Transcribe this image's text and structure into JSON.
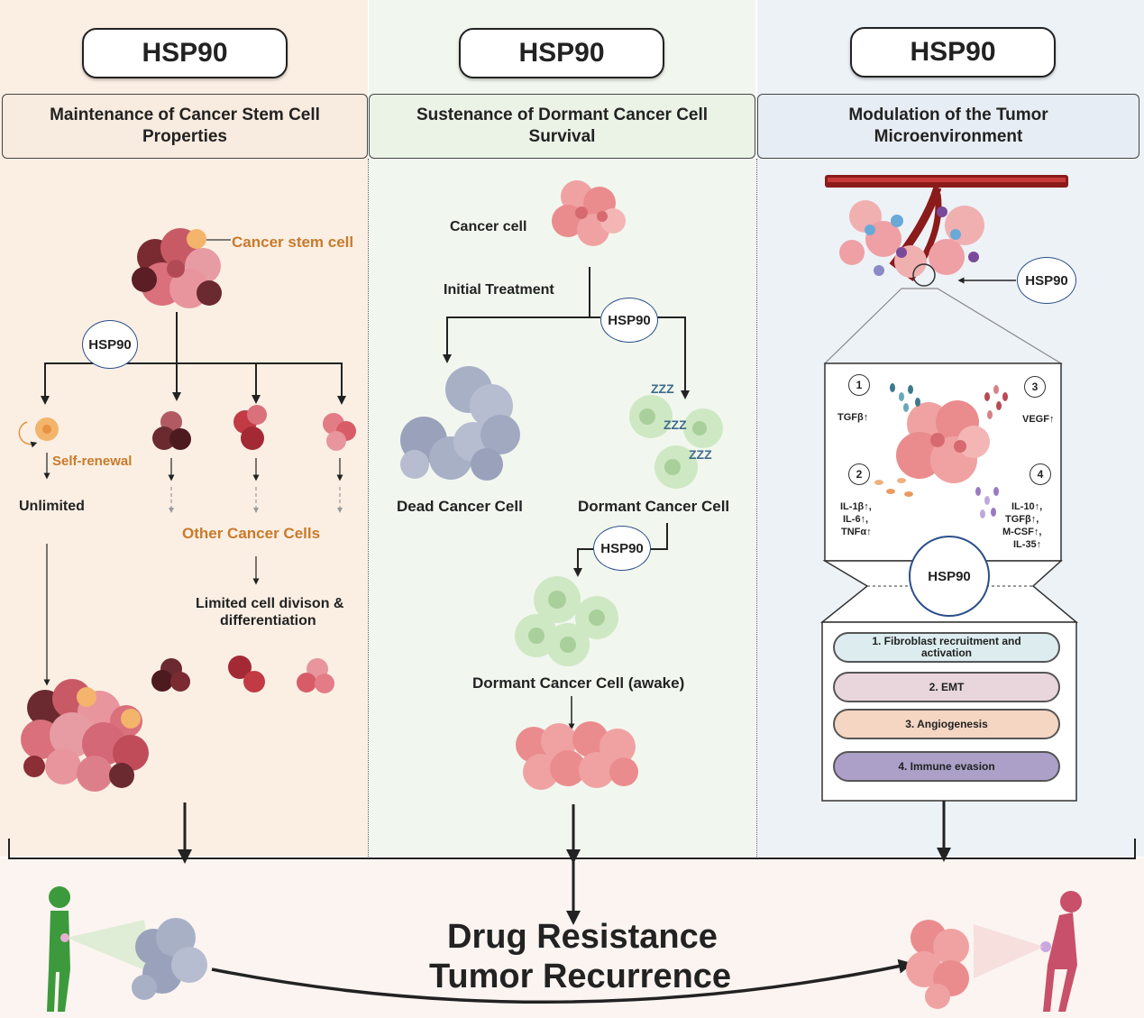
{
  "panels": [
    {
      "hsp_title": "HSP90",
      "subtitle": "Maintenance of Cancer Stem Cell Properties"
    },
    {
      "hsp_title": "HSP90",
      "subtitle": "Sustenance of Dormant Cancer Cell Survival"
    },
    {
      "hsp_title": "HSP90",
      "subtitle": "Modulation of the Tumor Microenvironment"
    }
  ],
  "left": {
    "cancer_stem_cell": "Cancer stem cell",
    "hsp_oval": "HSP90",
    "self_renewal": "Self-renewal",
    "unlimited": "Unlimited",
    "other_cancer_cells": "Other Cancer Cells",
    "limited_line1": "Limited cell divison &",
    "limited_line2": "differentiation"
  },
  "middle": {
    "cancer_cell": "Cancer cell",
    "initial_treatment": "Initial Treatment",
    "hsp_oval_1": "HSP90",
    "hsp_oval_2": "HSP90",
    "dead_cancer_cell": "Dead Cancer Cell",
    "dormant_cancer_cell": "Dormant Cancer Cell",
    "dormant_awake": "Dormant Cancer Cell (awake)",
    "zzz": "ZZZ"
  },
  "right": {
    "hsp_oval_top": "HSP90",
    "hsp_circle": "HSP90",
    "numbers": [
      "1",
      "2",
      "3",
      "4"
    ],
    "label_1": "TGFβ↑",
    "label_3": "VEGF↑",
    "label_2": [
      "IL-1β↑,",
      "IL-6↑,",
      "TNFα↑"
    ],
    "label_4": [
      "IL-10↑,",
      "TGFβ↑,",
      "M-CSF↑,",
      "IL-35↑"
    ],
    "list": [
      "1.  Fibroblast recruitment and activation",
      "2. EMT",
      "3. Angiogenesis",
      "4. Immune evasion"
    ]
  },
  "bottom": {
    "line1": "Drug Resistance",
    "line2": "Tumor Recurrence"
  },
  "colors": {
    "left_bg": "#fbefe4",
    "middle_bg": "#f1f7ee",
    "right_bg": "#edf2f7",
    "bottom_bg": "#fbf4f1",
    "orange_text": "#c97a2b",
    "list_fill": [
      "#dcecef",
      "#e8d6dc",
      "#f4d6c2",
      "#aca0c8"
    ]
  }
}
